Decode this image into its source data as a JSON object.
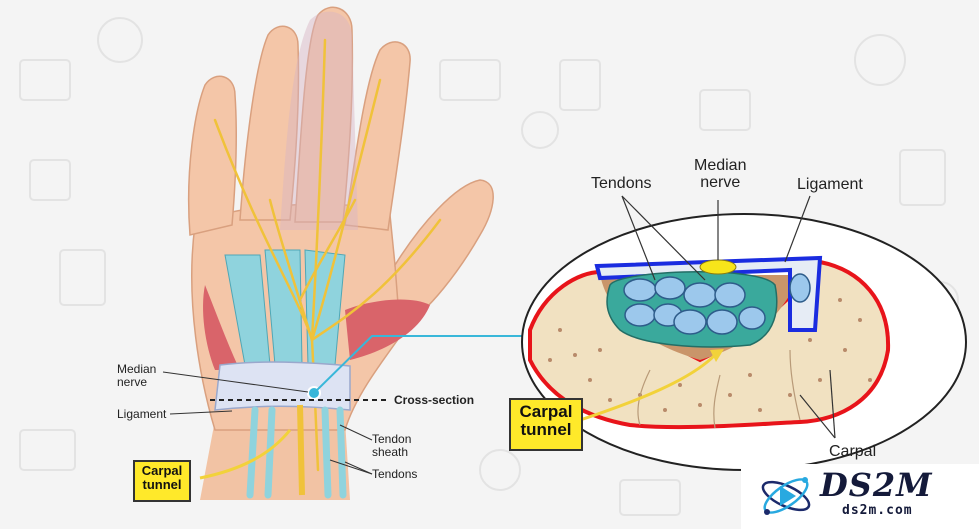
{
  "hand": {
    "median_nerve": "Median\nnerve",
    "ligament": "Ligament",
    "cross_section": "Cross-section",
    "tendon_sheath": "Tendon\nsheath",
    "tendons": "Tendons",
    "carpal_tunnel": "Carpal\ntunnel"
  },
  "section": {
    "tendons": "Tendons",
    "median_nerve": "Median\nnerve",
    "ligament": "Ligament",
    "carpal": "Carpal",
    "carpal_tunnel": "Carpal\ntunnel"
  },
  "watermark": {
    "name": "DS2M",
    "url": "ds2m.com"
  },
  "colors": {
    "skin": "#f2c3a4",
    "nerve": "#f0c23a",
    "tendon": "#8fd3dd",
    "muscle": "#d9646a",
    "bone": "#f1e1c1",
    "ligament_outline": "#1a2ce0",
    "tunnel_outline": "#e8141a",
    "label_box": "#ffe92a"
  }
}
